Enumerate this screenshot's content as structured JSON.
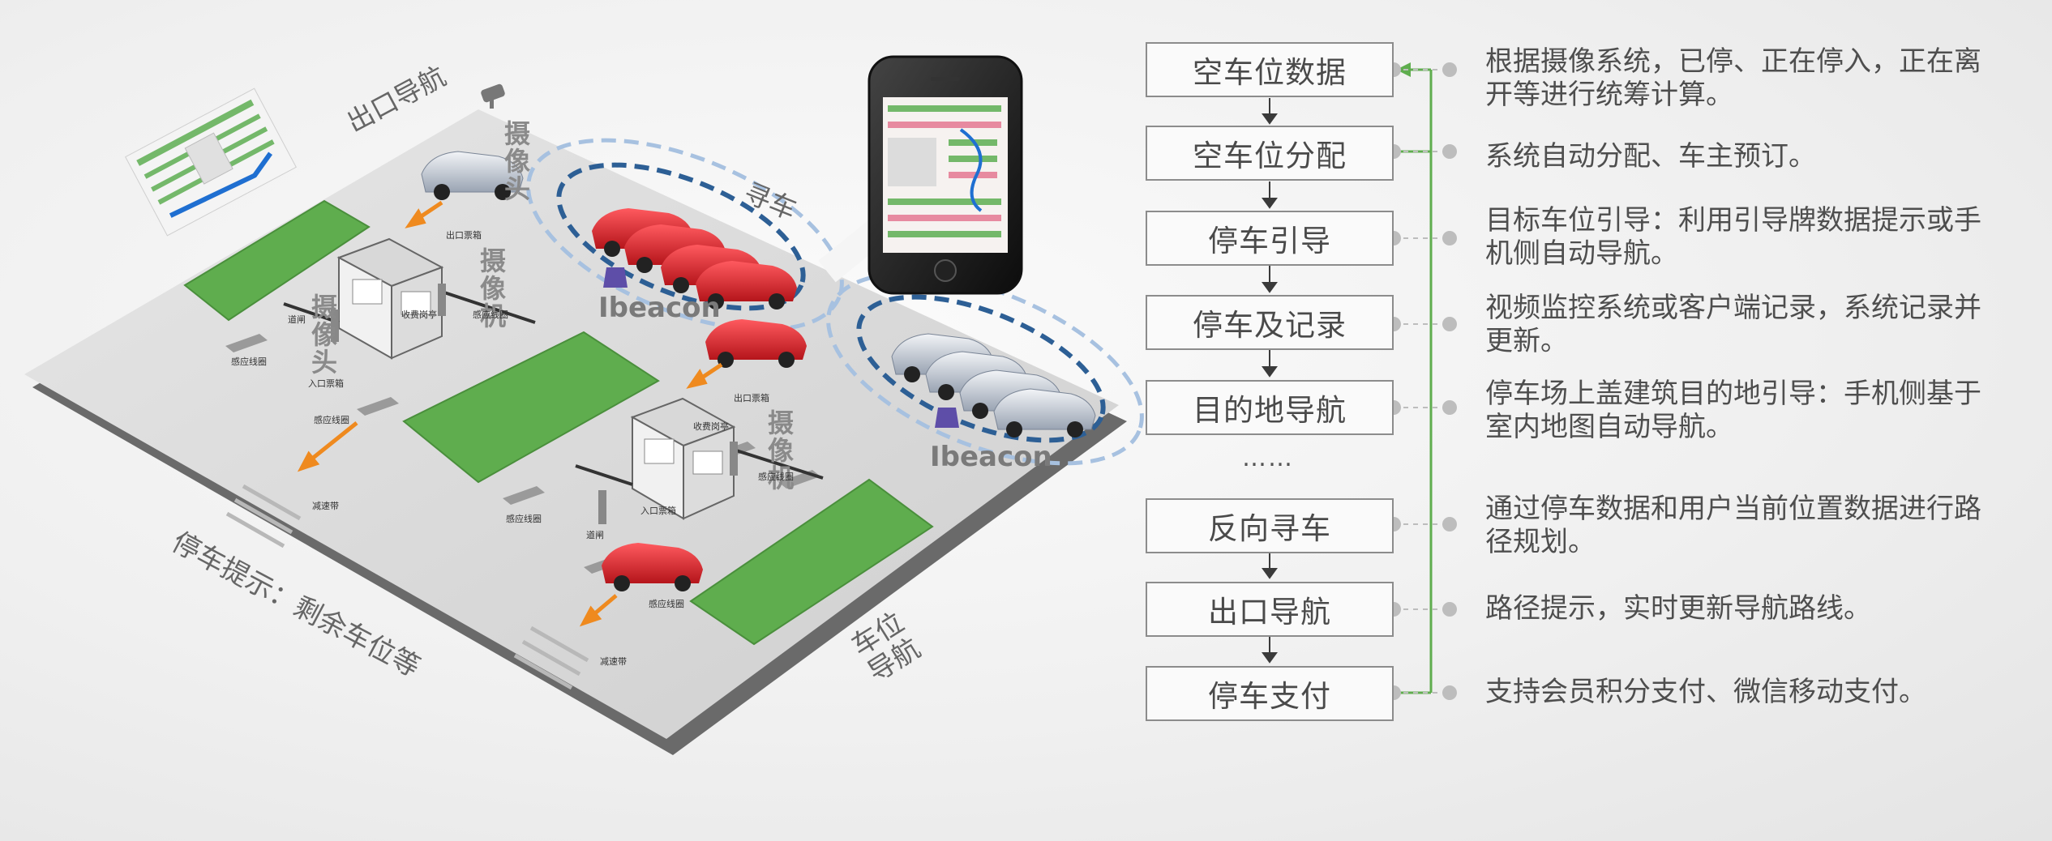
{
  "scene": {
    "labels": {
      "exit_nav": "出口导航",
      "find_car": "寻车",
      "parking_hint": "停车提示：剩余车位等",
      "spot_nav": "车位导航",
      "camera": "摄像头",
      "camera_machine": "摄像机",
      "ibeacon": "Ibeacon"
    },
    "tiny_labels": {
      "exit_ticket_box": "出口票箱",
      "entry_ticket_box": "入口票箱",
      "toll_booth": "收费岗亭",
      "sensor_coil": "感应线圈",
      "barrier": "道闸",
      "speed_bump": "减速带"
    }
  },
  "flow": {
    "steps": [
      {
        "label": "空车位数据",
        "desc": "根据摄像系统，已停、正在停入，正在离开等进行统筹计算。"
      },
      {
        "label": "空车位分配",
        "desc": "系统自动分配、车主预订。"
      },
      {
        "label": "停车引导",
        "desc": "目标车位引导：利用引导牌数据提示或手机侧自动导航。"
      },
      {
        "label": "停车及记录",
        "desc": "视频监控系统或客户端记录，系统记录并更新。"
      },
      {
        "label": "目的地导航",
        "desc": "停车场上盖建筑目的地引导：手机侧基于室内地图自动导航。"
      },
      {
        "label": "反向寻车",
        "desc": "通过停车数据和用户当前位置数据进行路径规划。"
      },
      {
        "label": "出口导航",
        "desc": "路径提示，实时更新导航路线。"
      },
      {
        "label": "停车支付",
        "desc": "支持会员积分支付、微信移动支付。"
      }
    ],
    "ellipsis": "……",
    "colors": {
      "loop_arrow": "#5fad4e",
      "box_border": "#8c8c8c",
      "dots": "#bdbdbd",
      "arrow": "#3a3a3a"
    }
  },
  "colors": {
    "green_zone": "#5fad4e",
    "floor": "#d9d9d9",
    "red_car": "#d9262b",
    "silver_car": "#c5ccd6",
    "beacon": "#5e4ea8",
    "signal": "#2d5f95"
  }
}
